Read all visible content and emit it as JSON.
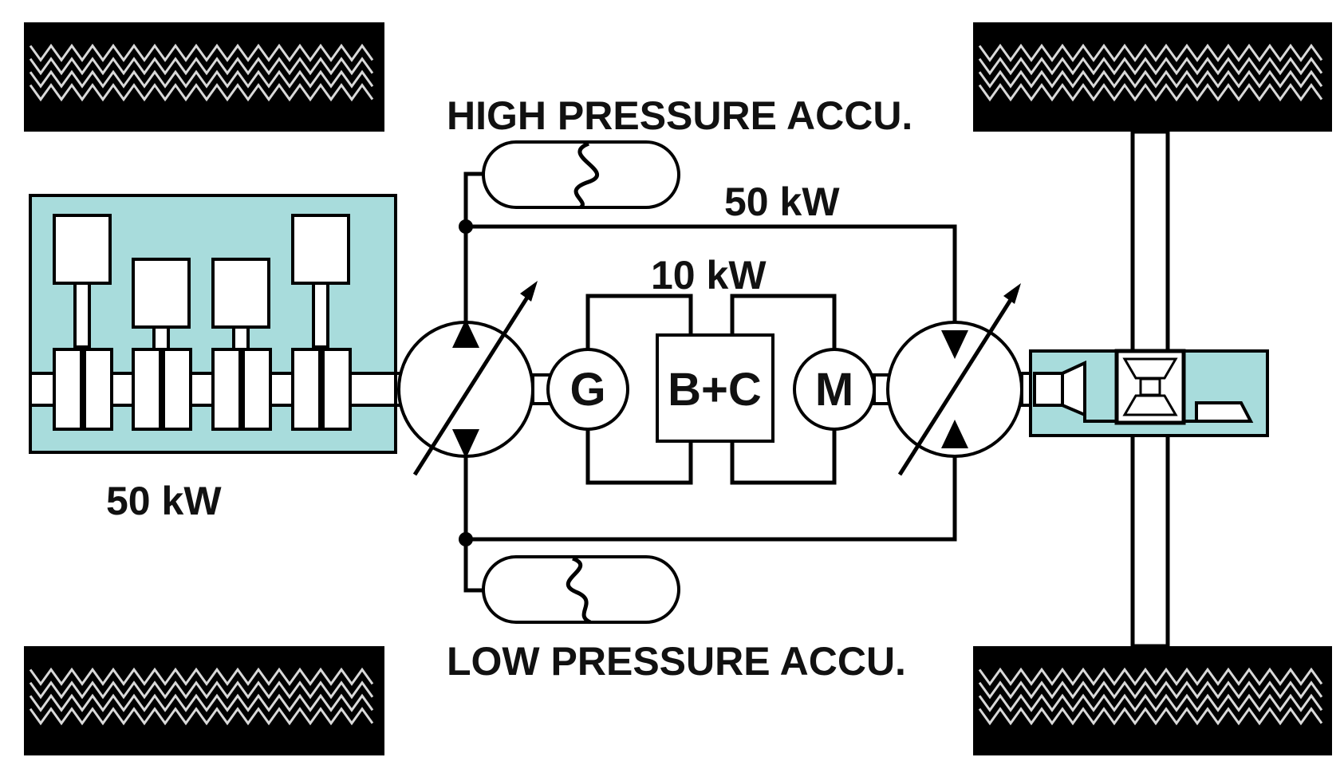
{
  "labels": {
    "high_pressure": "HIGH PRESSURE ACCU.",
    "low_pressure": "LOW PRESSURE ACCU.",
    "power_engine": "50 kW",
    "power_hydraulic": "50 kW",
    "power_electric": "10 kW",
    "generator": "G",
    "battery_converter": "B+C",
    "motor": "M"
  },
  "colors": {
    "engine_fill": "#a8dcdc",
    "wheel": "#000000",
    "tread": "#d9d9d9",
    "line": "#000000"
  }
}
